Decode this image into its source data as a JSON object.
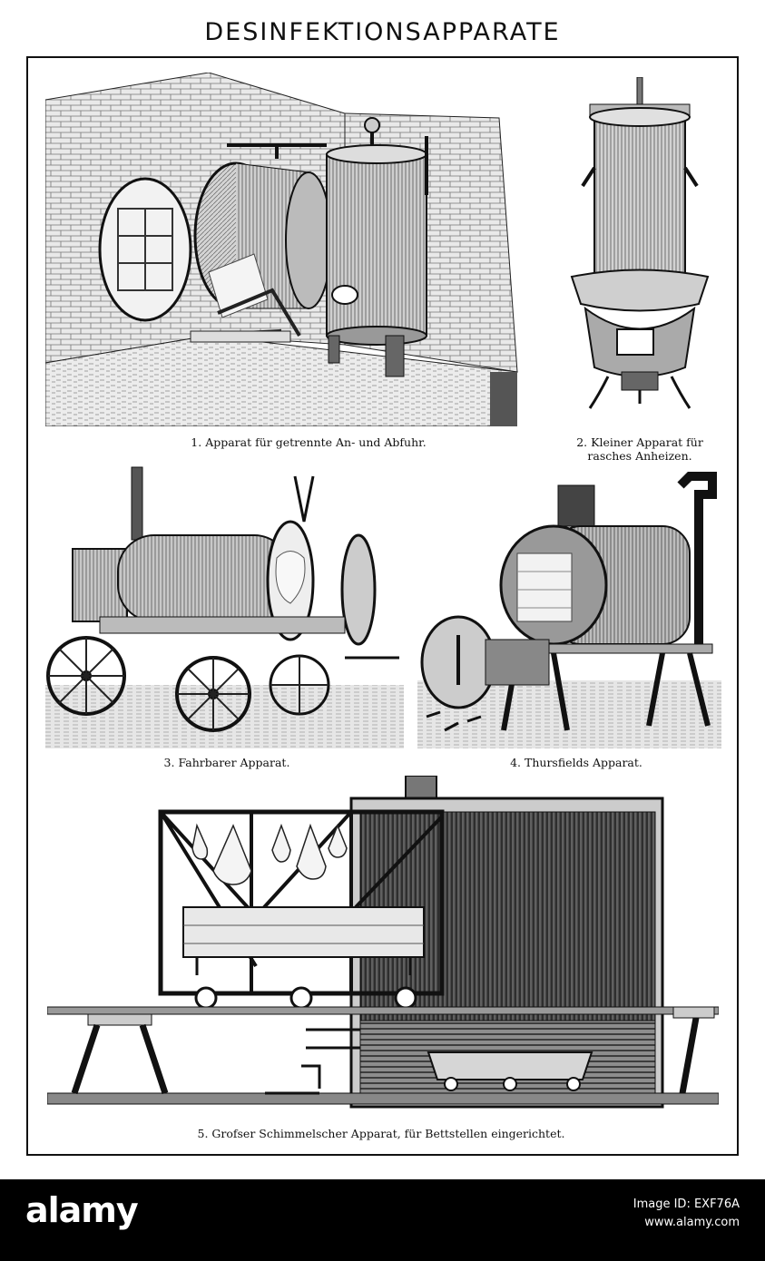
{
  "page": {
    "title": "DESINFEKTIONSAPPARATE"
  },
  "figures": [
    {
      "caption": "1. Apparat für getrennte An- und Abfuhr."
    },
    {
      "caption_line1": "2. Kleiner Apparat für",
      "caption_line2": "rasches Anheizen."
    },
    {
      "caption": "3. Fahrbarer Apparat."
    },
    {
      "caption": "4. Thursfields Apparat."
    },
    {
      "caption": "5. Grofser Schimmelscher Apparat, für Bettstellen eingerichtet."
    }
  ],
  "watermark": {
    "logo": "alamy",
    "image_id": "Image ID: EXF76A",
    "url": "www.alamy.com"
  }
}
